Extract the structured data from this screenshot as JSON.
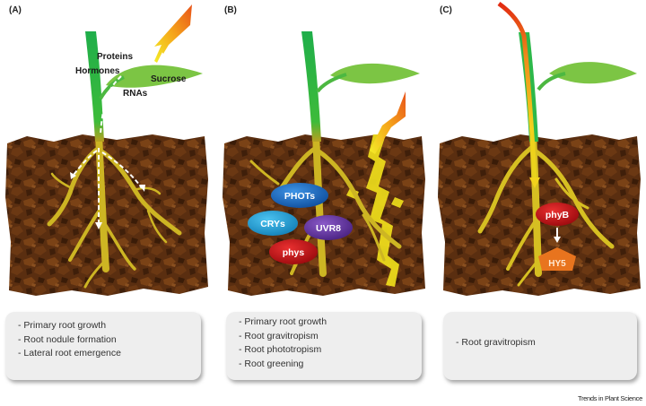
{
  "panels": [
    {
      "label": "(A)",
      "annotations": [
        "Proteins",
        "Hormones",
        "RNAs",
        "Sucrose"
      ],
      "effects": [
        "Primary root growth",
        "Root nodule formation",
        "Lateral root emergence"
      ]
    },
    {
      "label": "(B)",
      "photoreceptors": [
        "PHOTs",
        "CRYs",
        "UVR8",
        "phys"
      ],
      "effects": [
        "Primary root growth",
        "Root gravitropism",
        "Root phototropism",
        "Root greening"
      ]
    },
    {
      "label": "(C)",
      "signaling": [
        "phyB",
        "HY5"
      ],
      "effects": [
        "Root gravitropism"
      ]
    }
  ],
  "colors": {
    "stem_green": "#2db84a",
    "leaf_green": "#7cc544",
    "root_yellow": "#c9b21f",
    "soil_brown": "#5a2e10",
    "light_orange": "#f07a1a",
    "light_yellow": "#f6e51c",
    "phot_blue": "#1e6fc4",
    "cry_cyan": "#22a6dd",
    "uvr8_purple": "#6a3aa8",
    "phy_red": "#c81418",
    "hy5_orange": "#e8741e",
    "box_gray": "#eeeeee"
  },
  "credit": "Trends in Plant Science"
}
